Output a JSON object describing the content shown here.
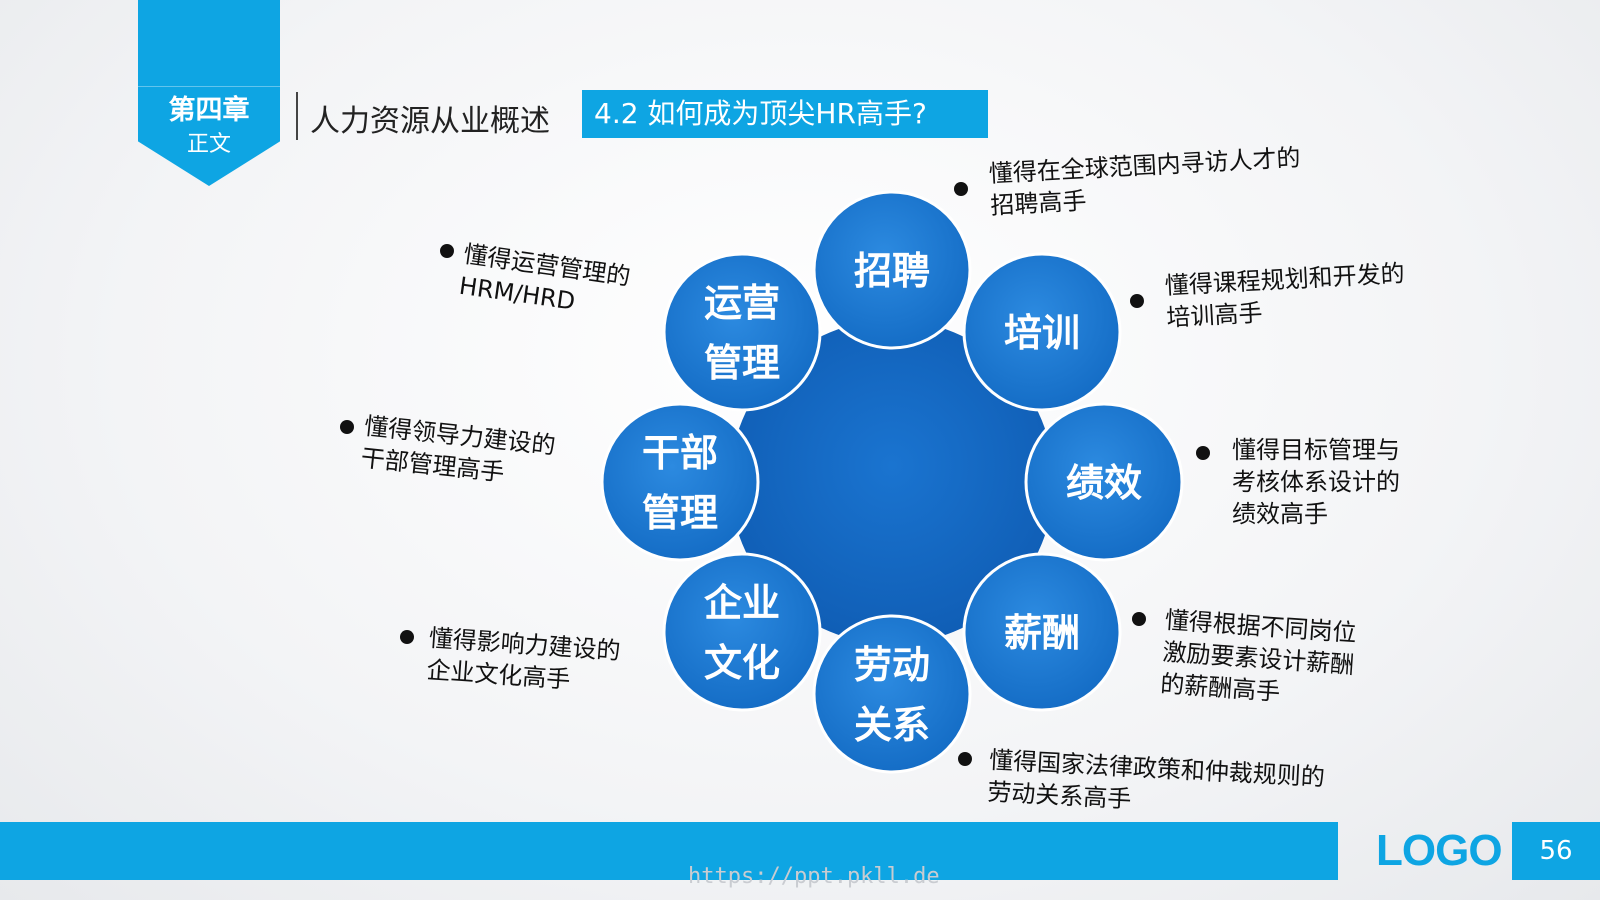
{
  "header": {
    "chapter_title": "第四章",
    "chapter_sub": "正文",
    "section_title": "人力资源从业概述",
    "sub_banner": "4.2  如何成为顶尖HR高手?"
  },
  "colors": {
    "accent": "#0ea5e3",
    "node_fill": "#1b79cf",
    "center_fill": "#1466c2"
  },
  "diagram": {
    "nodes": [
      {
        "id": "recruit",
        "lines": [
          "招聘"
        ]
      },
      {
        "id": "training",
        "lines": [
          "培训"
        ]
      },
      {
        "id": "performance",
        "lines": [
          "绩效"
        ]
      },
      {
        "id": "compensation",
        "lines": [
          "薪酬"
        ]
      },
      {
        "id": "labor",
        "lines": [
          "劳动",
          "关系"
        ]
      },
      {
        "id": "culture",
        "lines": [
          "企业",
          "文化"
        ]
      },
      {
        "id": "cadre",
        "lines": [
          "干部",
          "管理"
        ]
      },
      {
        "id": "operations",
        "lines": [
          "运营",
          "管理"
        ]
      }
    ],
    "descriptions": {
      "recruit": [
        "懂得在全球范围内寻访人才的",
        "招聘高手"
      ],
      "training": [
        "懂得课程规划和开发的",
        "培训高手"
      ],
      "performance": [
        "懂得目标管理与",
        "考核体系设计的",
        "绩效高手"
      ],
      "compensation": [
        "懂得根据不同岗位",
        "激励要素设计薪酬",
        "的薪酬高手"
      ],
      "labor": [
        "懂得国家法律政策和仲裁规则的",
        "劳动关系高手"
      ],
      "culture": [
        "懂得影响力建设的",
        "企业文化高手"
      ],
      "cadre": [
        "懂得领导力建设的",
        "干部管理高手"
      ],
      "operations": [
        "懂得运营管理的",
        "HRM/HRD"
      ]
    }
  },
  "footer": {
    "logo": "LOGO",
    "page_number": "56",
    "url": "https://ppt.pkll.de"
  }
}
